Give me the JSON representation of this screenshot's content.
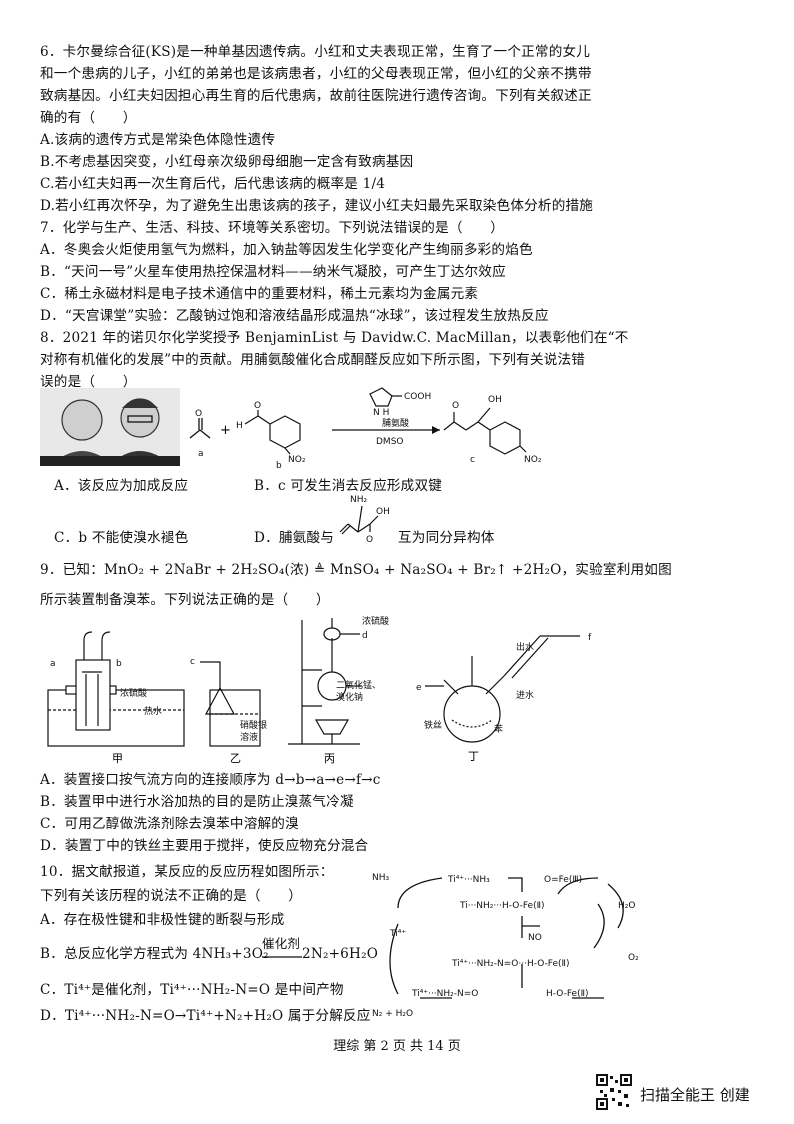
{
  "q6": {
    "l1": "6．卡尔曼综合征(KS)是一种单基因遗传病。小红和丈夫表现正常，生育了一个正常的女儿",
    "l2": "和一个患病的儿子，小红的弟弟也是该病患者，小红的父母表现正常，但小红的父亲不携带",
    "l3": "致病基因。小红夫妇因担心再生育的后代患病，故前往医院进行遗传咨询。下列有关叙述正",
    "l4": "确的有（　　）",
    "A": "A.该病的遗传方式是常染色体隐性遗传",
    "B": "B.不考虑基因突变，小红母亲次级卵母细胞一定含有致病基因",
    "C": "C.若小红夫妇再一次生育后代，后代患该病的概率是 1/4",
    "D": "D.若小红再次怀孕，为了避免生出患该病的孩子，建议小红夫妇最先采取染色体分析的措施"
  },
  "q7": {
    "stem": "7．化学与生产、生活、科技、环境等关系密切。下列说法错误的是（　　）",
    "A": "A．冬奥会火炬使用氢气为燃料，加入钠盐等因发生化学变化产生绚丽多彩的焰色",
    "B": "B．“天问一号”火星车使用热控保温材料——纳米气凝胶，可产生丁达尔效应",
    "C": "C．稀土永磁材料是电子技术通信中的重要材料，稀土元素均为金属元素",
    "D": "D．“天宫课堂”实验：乙酸钠过饱和溶液结晶形成温热“冰球”，该过程发生放热反应"
  },
  "q8": {
    "l1": "8．2021 年的诺贝尔化学奖授予 BenjaminList 与 Davidw.C. MacMillan，以表彰他们在“不",
    "l2": "对称有机催化的发展”中的贡献。用脯氨酸催化合成酮醛反应如下所示图，下列有关说法错",
    "l3": "误的是（　　）",
    "scheme": {
      "catalyst_top": "COOH",
      "catalyst_nh": "N\nH",
      "catalyst_name": "脯氨酸",
      "solvent": "DMSO",
      "label_a": "a",
      "label_b": "b",
      "label_c": "c",
      "no2": "NO₂",
      "h": "H",
      "o": "O",
      "oh": "OH",
      "plus": "+",
      "nh2": "NH₂"
    },
    "A": "A．该反应为加成反应",
    "B": "B．c 可发生消去反应形成双键",
    "C": "C．b 不能使溴水褪色",
    "D_pre": "D．脯氨酸与",
    "D_post": "互为同分异构体"
  },
  "q9": {
    "stem": "9．已知：MnO₂ + 2NaBr + 2H₂SO₄(浓) ≜ MnSO₄ + Na₂SO₄ + Br₂↑ +2H₂O，实验室利用如图",
    "stem2": "所示装置制备溴苯。下列说法正确的是（　　）",
    "app": {
      "jia": "甲",
      "yi": "乙",
      "bing": "丙",
      "ding": "丁",
      "a": "a",
      "b": "b",
      "c": "c",
      "d": "d",
      "e": "e",
      "f": "f",
      "conc_h2so4": "浓硫酸",
      "hot_water": "热水",
      "agno3_1": "硝酸银",
      "agno3_2": "溶液",
      "mno2_1": "二氧化锰、",
      "mno2_2": "溴化钠",
      "water_out": "出水",
      "water_in": "进水",
      "iron": "铁丝",
      "benzene": "苯",
      "conc2": "浓硫酸"
    },
    "A": "A．装置接口按气流方向的连接顺序为 d→b→a→e→f→c",
    "B": "B．装置甲中进行水浴加热的目的是防止溴蒸气冷凝",
    "C": "C．可用乙醇做洗涤剂除去溴苯中溶解的溴",
    "D": "D．装置丁中的铁丝主要用于搅拌，使反应物充分混合"
  },
  "q10": {
    "l1": "10．据文献报道，某反应的反应历程如图所示：",
    "l2": "下列有关该历程的说法不正确的是（　　）",
    "A": "A．存在极性键和非极性键的断裂与形成",
    "B_pre": "B．总反应化学方程式为 4NH₃+3O₂",
    "B_cat": "催化剂",
    "B_post": "2N₂+6H₂O",
    "C": "C．Ti⁴⁺是催化剂，Ti⁴⁺···NH₂-N=O 是中间产物",
    "D": "D．Ti⁴⁺···NH₂-N=O→Ti⁴⁺+N₂+H₂O 属于分解反应",
    "cycle": {
      "nh3": "NH₃",
      "ti_nh3": "Ti⁴⁺···NH₃",
      "ofe3": "O=Fe(Ⅲ)",
      "ti_nh2_hofe": "Ti···NH₂···H-O-Fe(Ⅱ)",
      "ti4": "Ti⁴⁺",
      "no": "NO",
      "h2o": "H₂O",
      "o2": "O₂",
      "ti_nh2no_hofe": "Ti⁴⁺···NH₂-N=O···H-O-Fe(Ⅱ)",
      "ti_nh2no": "Ti⁴⁺···NH₂-N=O",
      "hofe": "H-O-Fe(Ⅱ)",
      "n2h2o": "N₂ + H₂O"
    }
  },
  "footer": "理综 第 2 页 共 14 页",
  "brand": "扫描全能王 创建"
}
